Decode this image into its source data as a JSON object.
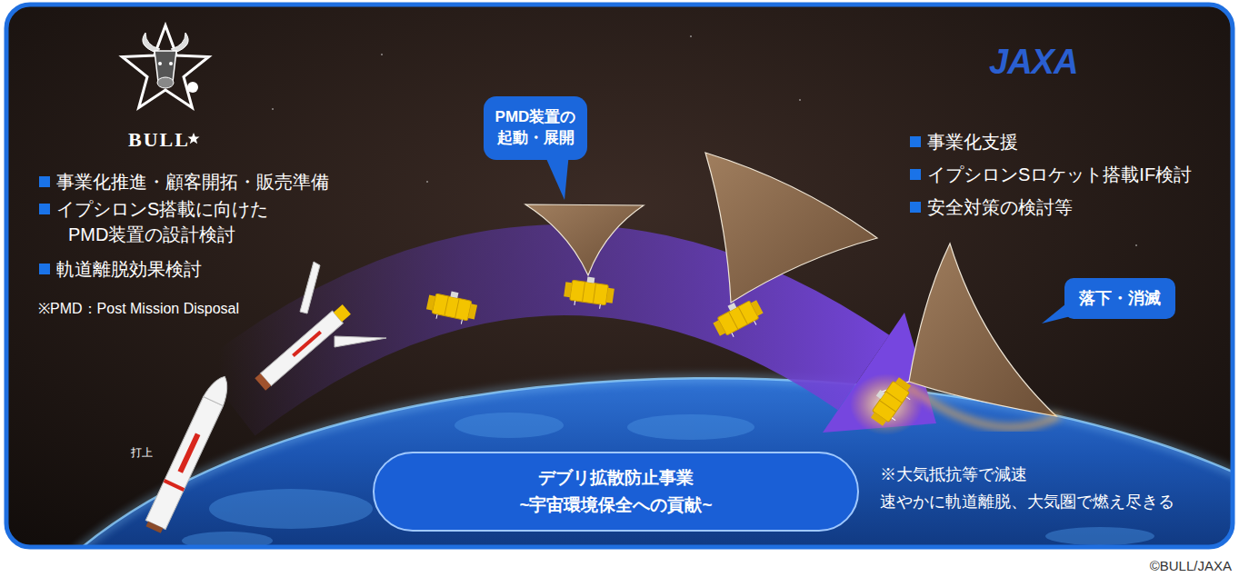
{
  "diagram": {
    "caption": "©BULL/JAXA",
    "nodes": [
      {
        "text": [
          "PMD装置の 起動・展開"
        ]
      },
      {
        "text": [
          "落下・消滅"
        ]
      },
      {
        "text": [
          "デブリ拡散防止事業",
          "~宇宙環境保全への貢献~"
        ]
      }
    ],
    "labels": [
      "BULL",
      "事業化推進・顧客開拓・販売準備",
      "イプシロンS搭載に向けた PMD装置の設計検討",
      "軌道離脱効果検討",
      "※PMD：Post Mission Disposal",
      "打上",
      "JAXA",
      "事業化支援",
      "イプシロンSロケット搭載IF検討",
      "安全対策の検討等",
      "※大気抵抗等で減速 速やかに軌道離脱、大気圏で燃え尽きる"
    ]
  }
}
